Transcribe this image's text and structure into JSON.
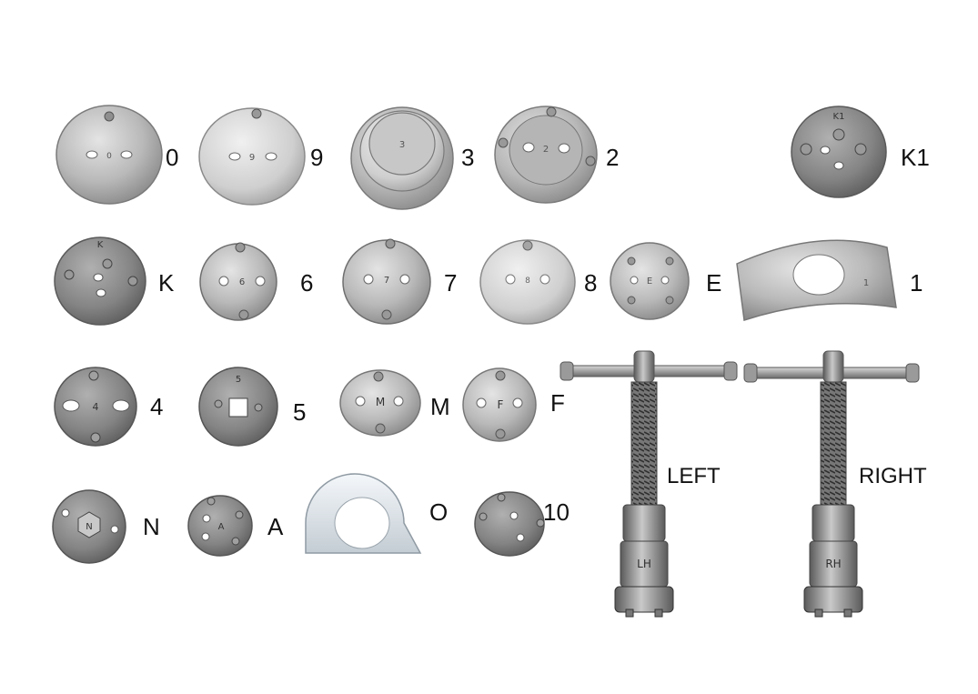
{
  "colors": {
    "background": "#ffffff",
    "metal_light": "#d6d6d6",
    "metal_mid": "#a9a9a9",
    "metal_dark": "#6e6e6e",
    "zinc": "#e6ebef",
    "label": "#111111"
  },
  "adapters": [
    {
      "id": "0",
      "label": "0"
    },
    {
      "id": "9",
      "label": "9"
    },
    {
      "id": "3",
      "label": "3"
    },
    {
      "id": "2",
      "label": "2"
    },
    {
      "id": "k1",
      "label": "K1"
    },
    {
      "id": "k",
      "label": "K"
    },
    {
      "id": "6",
      "label": "6"
    },
    {
      "id": "7",
      "label": "7"
    },
    {
      "id": "8",
      "label": "8"
    },
    {
      "id": "e",
      "label": "E"
    },
    {
      "id": "1",
      "label": "1"
    },
    {
      "id": "4",
      "label": "4"
    },
    {
      "id": "5",
      "label": "5"
    },
    {
      "id": "m",
      "label": "M"
    },
    {
      "id": "f",
      "label": "F"
    },
    {
      "id": "n",
      "label": "N"
    },
    {
      "id": "a",
      "label": "A"
    },
    {
      "id": "o",
      "label": "O"
    },
    {
      "id": "10",
      "label": "10"
    }
  ],
  "tools": {
    "left": {
      "label": "LEFT",
      "stamp": "LH"
    },
    "right": {
      "label": "RIGHT",
      "stamp": "RH"
    }
  },
  "stamps": {
    "d0": "0",
    "d9": "9",
    "d3": "3",
    "d2": "2",
    "k1": "K1",
    "k": "K",
    "d6": "6",
    "d7": "7",
    "d8": "8",
    "e": "E",
    "d1": "1",
    "d4": "4",
    "d5": "5",
    "m": "M",
    "f": "F",
    "n": "N",
    "a": "A"
  }
}
